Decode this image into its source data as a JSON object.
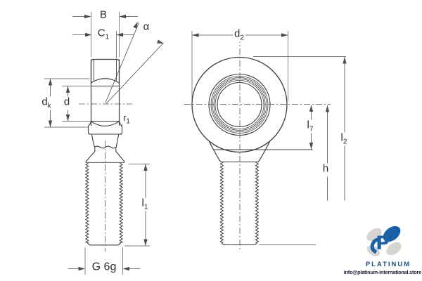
{
  "drawing": {
    "labels": {
      "b": {
        "text": "B"
      },
      "c1": {
        "text": "C",
        "sub": "1"
      },
      "alpha": {
        "text": "α"
      },
      "dk": {
        "text": "d",
        "sub": "k"
      },
      "d": {
        "text": "d"
      },
      "r1": {
        "text": "r",
        "sub": "1"
      },
      "l1": {
        "text": "l",
        "sub": "1"
      },
      "g6g": {
        "text": "G 6g"
      },
      "d2": {
        "text": "d",
        "sub": "2"
      },
      "l7": {
        "text": "l",
        "sub": "7"
      },
      "l2": {
        "text": "l",
        "sub": "2"
      },
      "h": {
        "text": "h"
      }
    }
  },
  "watermark": {
    "brand": "PLATINUM",
    "email": "info@platinum-international.store"
  },
  "colors": {
    "bearing_fill": "#c8d7ee",
    "outline": "#3d3d3d",
    "dimension": "#4c4c4c",
    "logo_blue": "#1a61a8",
    "logo_gray": "#d6d5d0",
    "brand_text": "#1a4f96"
  }
}
